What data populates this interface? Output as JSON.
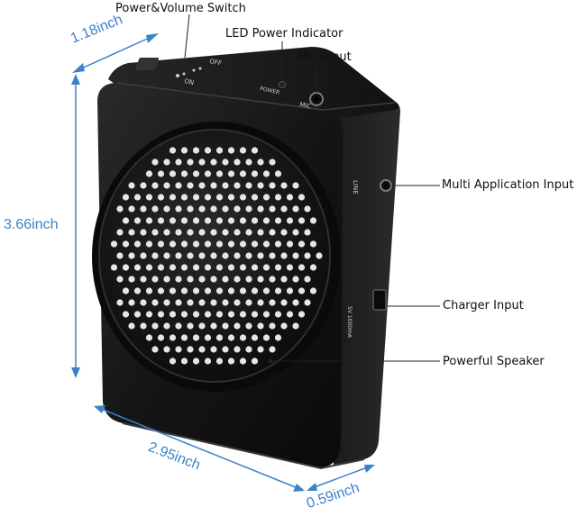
{
  "labels": {
    "power_volume_switch": "Power&Volume Switch",
    "led_power_indicator": "LED Power Indicator",
    "mic_input": "Mic Input",
    "multi_application_input": "Multi Application Input",
    "charger_input": "Charger Input",
    "powerful_speaker": "Powerful Speaker"
  },
  "device_markings": {
    "off": "OFF",
    "on": "ON",
    "power": "POWER",
    "mic": "MIC",
    "line": "LINE",
    "charger_spec": "5V 1000mA"
  },
  "dimensions": {
    "depth": "1.18inch",
    "height": "3.66inch",
    "width": "2.95inch",
    "thickness": "0.59inch"
  },
  "colors": {
    "dimension": "#3b82c8",
    "device": "#141414",
    "label": "#111111"
  }
}
